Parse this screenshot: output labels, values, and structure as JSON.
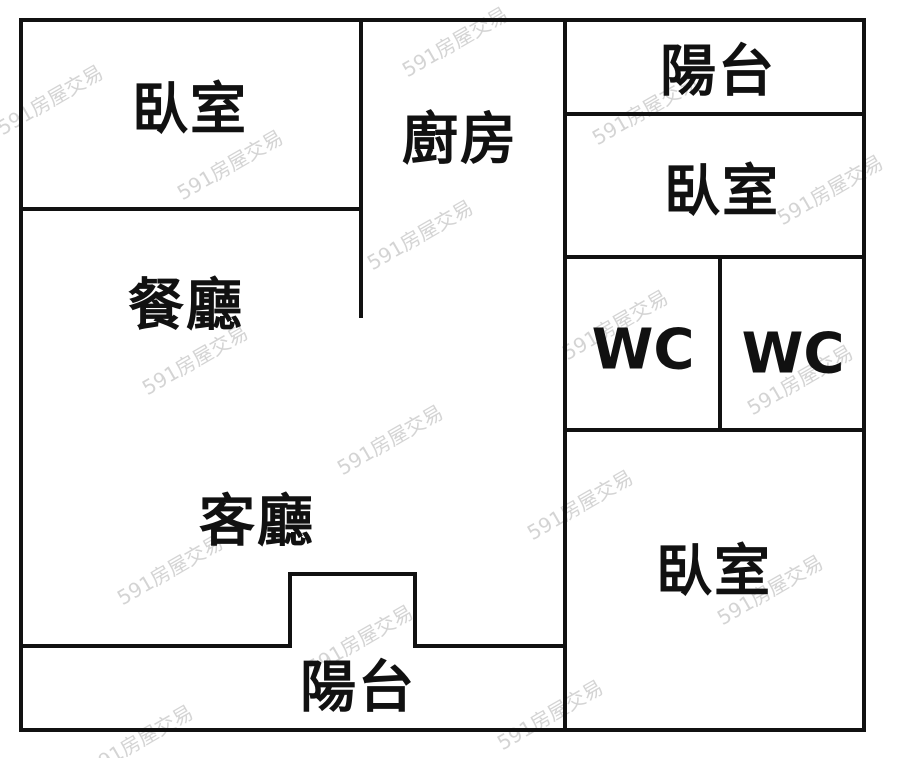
{
  "watermark": "591房屋交易",
  "rooms": {
    "bedroom_top_left": "臥室",
    "kitchen": "廚房",
    "balcony_top_right": "陽台",
    "bedroom_middle_right": "臥室",
    "dining_room": "餐廳",
    "wc_left": "WC",
    "wc_right": "WC",
    "living_room": "客廳",
    "bedroom_bottom_right": "臥室",
    "balcony_bottom": "陽台"
  }
}
